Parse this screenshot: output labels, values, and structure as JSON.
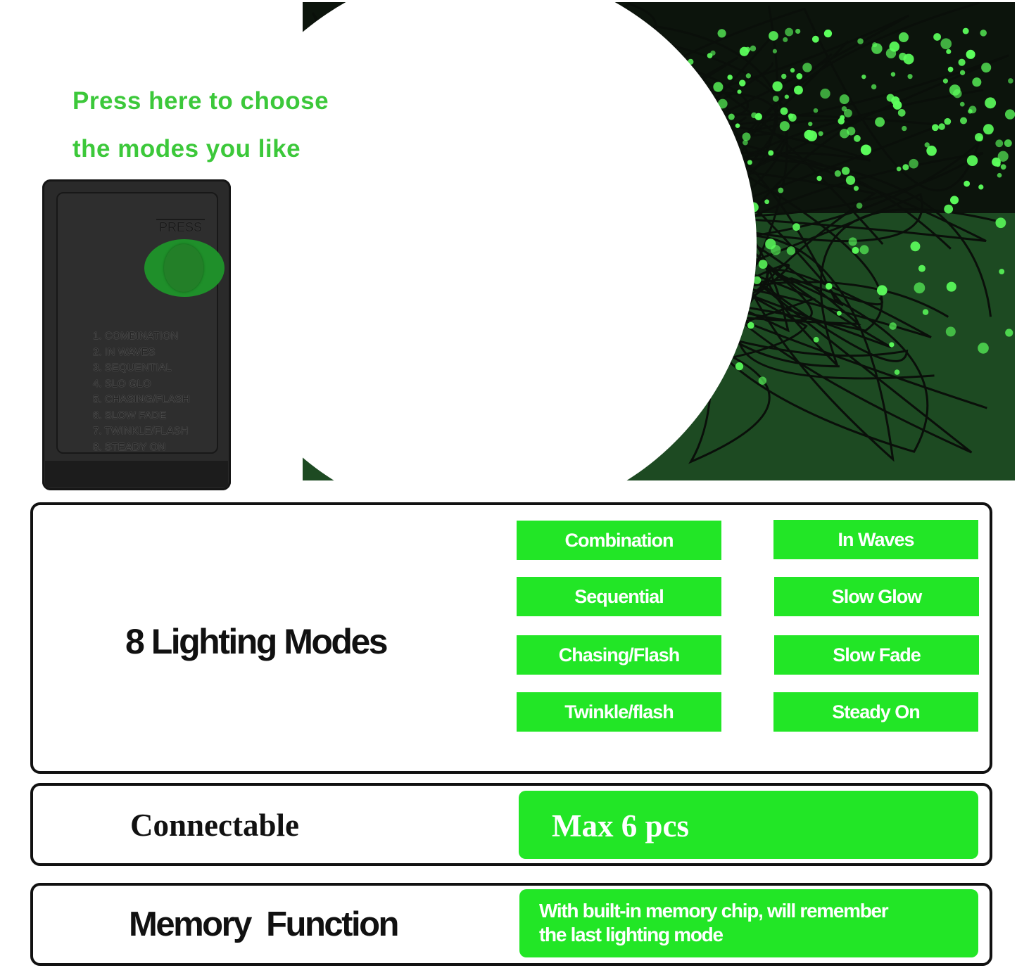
{
  "headline": {
    "line1": "Press here to choose",
    "line2": "the modes you  like"
  },
  "controller": {
    "press_label": "PRESS",
    "modes": [
      "1. COMBINATION",
      "2. IN WAVES",
      "3. SEQUENTIAL",
      "4. SLO GLO",
      "5. CHASING/FLASH",
      "6. SLOW FADE",
      "7. TWINKLE/FLASH",
      "8. STEADY ON"
    ]
  },
  "lighting": {
    "title": "8 Lighting Modes",
    "modes": [
      "Combination",
      "In Waves",
      "Sequential",
      "Slow Glow",
      "Chasing/Flash",
      "Slow Fade",
      "Twinkle/flash",
      "Steady On"
    ]
  },
  "connectable": {
    "label": "Connectable",
    "value": "Max 6 pcs"
  },
  "memory": {
    "label": "Memory  Function",
    "line1": "With built-in memory chip, will remember",
    "line2": "the last lighting mode"
  },
  "colors": {
    "accent": "#22e626",
    "headline": "#3cc83a",
    "led": "#5cff5c"
  }
}
